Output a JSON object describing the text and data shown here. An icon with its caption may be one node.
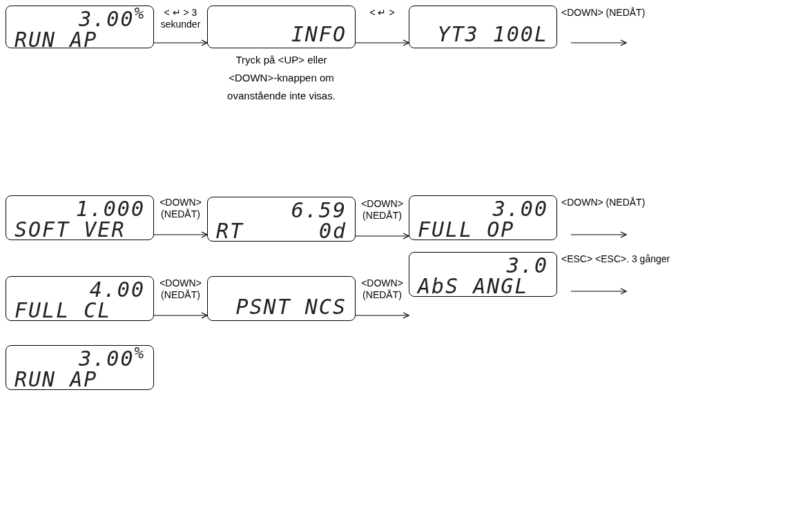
{
  "diagram": {
    "nodes": [
      {
        "text": [
          "3.00$^{%}$",
          "RUN AP"
        ]
      },
      {
        "text": [
          "INFO"
        ],
        "beside": [
          "Tryck på <UP> eller <DOWN>-knappen om ovanstående inte visas."
        ]
      },
      {
        "text": [
          "YT3 100L"
        ]
      },
      {
        "text": [
          "1.000",
          "SOFT VER"
        ]
      },
      {
        "text": [
          "6.59",
          "RT",
          "0d"
        ]
      },
      {
        "text": [
          "3.00",
          "FULL OP"
        ]
      },
      {
        "text": [
          "4.00",
          "FULL CL"
        ]
      },
      {
        "text": [
          "PSNT NCS"
        ]
      },
      {
        "text": [
          "3.0",
          "AbS ANGL"
        ]
      },
      {
        "text": [
          "3.00$^{%}$",
          "RUN AP"
        ]
      }
    ],
    "edges": [
      {
        "from": 0,
        "to": 1,
        "arrow": "to",
        "label": "< ↵ > 3 sekunder"
      },
      {
        "from": 1,
        "to": 2,
        "arrow": "to",
        "label": "< ↵ >"
      },
      {
        "from": 2,
        "to": null,
        "arrow": "to",
        "label": "<DOWN> (NEDÅT)"
      },
      {
        "from": 3,
        "to": 4,
        "arrow": "to",
        "label": "<DOWN> (NEDÅT)"
      },
      {
        "from": 4,
        "to": 5,
        "arrow": "to",
        "label": "<DOWN> (NEDÅT)"
      },
      {
        "from": 5,
        "to": null,
        "arrow": "to",
        "label": "<DOWN> (NEDÅT)"
      },
      {
        "from": 6,
        "to": 7,
        "arrow": "to",
        "label": "<DOWN> (NEDÅT)"
      },
      {
        "from": 7,
        "to": 8,
        "arrow": "to",
        "label": "<DOWN> (NEDÅT)"
      },
      {
        "from": 8,
        "to": null,
        "arrow": "to",
        "label": "<ESC> <ESC>. 3 gånger"
      }
    ]
  }
}
